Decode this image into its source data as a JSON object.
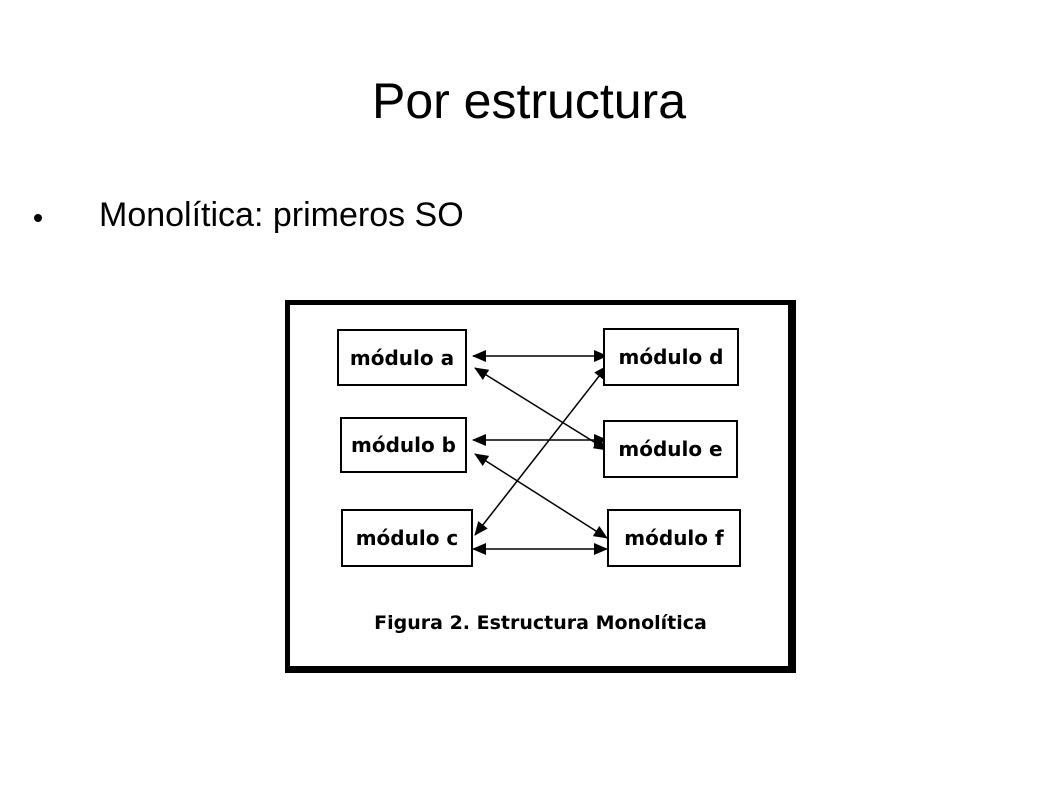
{
  "slide": {
    "title": "Por estructura",
    "bullet": "Monolítica: primeros SO"
  },
  "figure": {
    "modules": {
      "a": "módulo a",
      "b": "módulo b",
      "c": "módulo c",
      "d": "módulo d",
      "e": "módulo e",
      "f": "módulo f"
    },
    "caption": "Figura 2. Estructura Monolítica"
  }
}
